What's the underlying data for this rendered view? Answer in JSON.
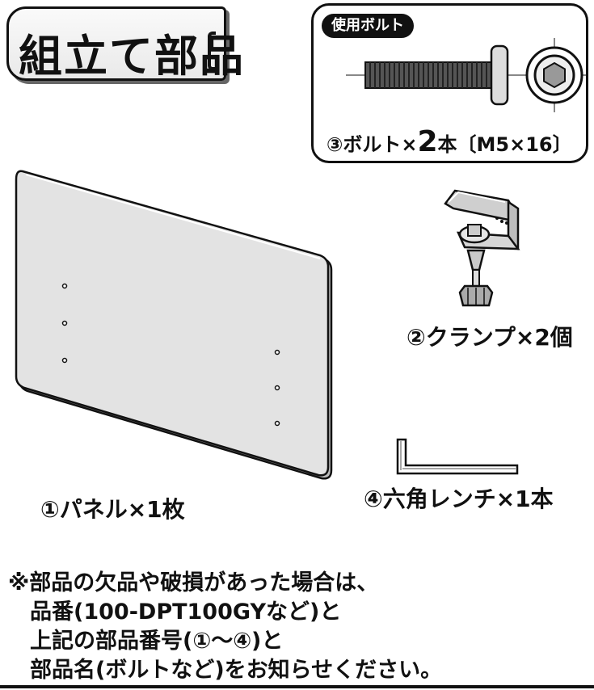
{
  "title": "組立て部品",
  "bolt_box": {
    "tag": "使用ボルト",
    "caption_prefix": "③ボルト×",
    "caption_count": "2",
    "caption_suffix": "本〔M5×16〕"
  },
  "parts": [
    {
      "label": "①パネル×1枚",
      "icon": "panel-icon"
    },
    {
      "label": "②クランプ×2個",
      "icon": "clamp-icon"
    },
    {
      "label": "③ボルト×2本〔M5×16〕",
      "icon": "bolt-icon"
    },
    {
      "label": "④六角レンチ×1本",
      "icon": "hex-wrench-icon"
    }
  ],
  "note": {
    "lines": [
      "※部品の欠品や破損があった場合は、",
      "品番(100-DPT100GYなど)と",
      "上記の部品番号(①〜④)と",
      "部品名(ボルトなど)をお知らせください。"
    ]
  },
  "colors": {
    "ink": "#111111",
    "panel_fill": "#e3e3e3",
    "metal_fill": "#c9c9c9"
  }
}
